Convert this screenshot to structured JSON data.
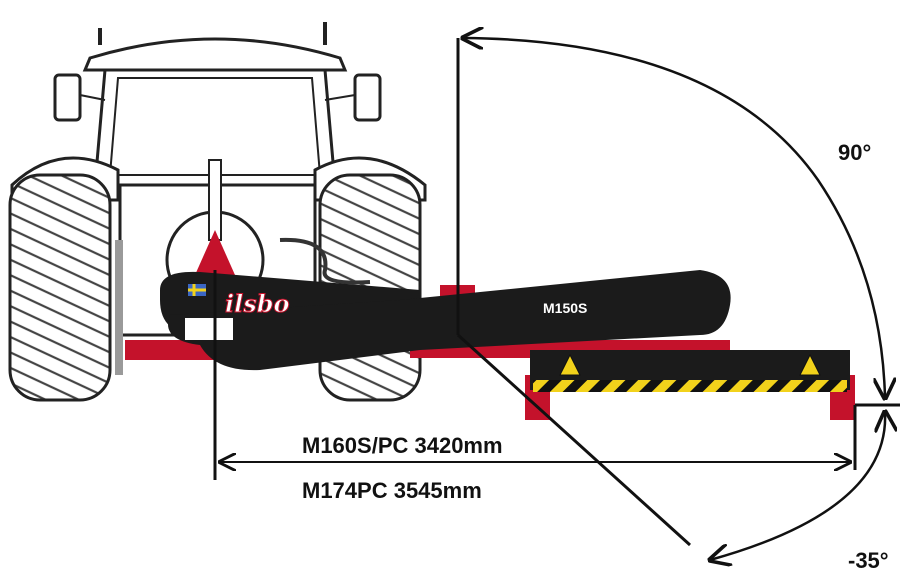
{
  "diagram": {
    "angle_up_label": "90°",
    "angle_down_label": "-35°",
    "dimension_line1": "M160S/PC 3420mm",
    "dimension_line2": "M174PC 3545mm",
    "brand_text": "ilsbo",
    "model_text": "M150S",
    "colors": {
      "frame_red": "#c4122b",
      "arm_black": "#1b1b1b",
      "hazard_yellow": "#f2d21b",
      "outline": "#222222"
    }
  }
}
